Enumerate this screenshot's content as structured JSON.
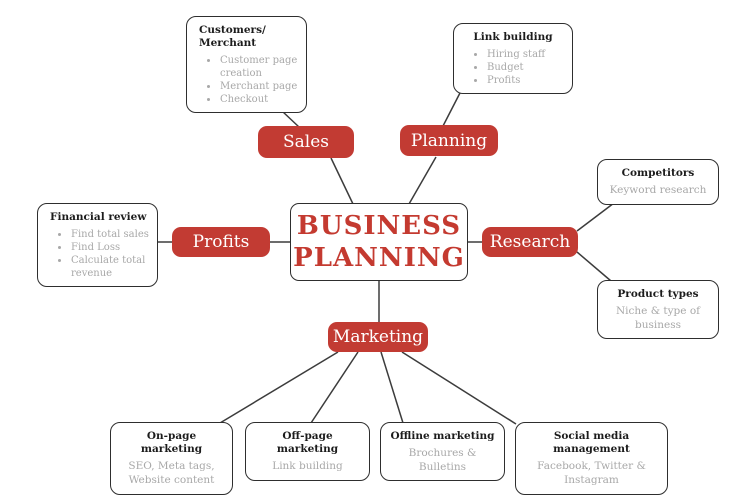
{
  "center": {
    "line1": "BUSINESS",
    "line2": "PLANNING"
  },
  "nodes": {
    "sales": {
      "label": "Sales"
    },
    "planning": {
      "label": "Planning"
    },
    "profits": {
      "label": "Profits"
    },
    "research": {
      "label": "Research"
    },
    "marketing": {
      "label": "Marketing"
    }
  },
  "boxes": {
    "customers": {
      "title": "Customers/ Merchant",
      "bullets": [
        "Customer page creation",
        "Merchant page",
        "Checkout"
      ]
    },
    "link_building": {
      "title": "Link building",
      "bullets": [
        "Hiring staff",
        "Budget",
        "Profits"
      ]
    },
    "financial_review": {
      "title": "Financial review",
      "bullets": [
        "Find total sales",
        "Find Loss",
        "Calculate total revenue"
      ]
    },
    "competitors": {
      "title": "Competitors",
      "text": "Keyword research"
    },
    "product_types": {
      "title": "Product types",
      "text": "Niche & type of business"
    },
    "on_page": {
      "title": "On-page marketing",
      "text": "SEO, Meta tags, Website content"
    },
    "off_page": {
      "title": "Off-page marketing",
      "text": "Link building"
    },
    "offline": {
      "title": "Offline marketing",
      "text": "Brochures & Bulletins"
    },
    "social": {
      "title": "Social media management",
      "text": "Facebook, Twitter & Instagram"
    }
  },
  "colors": {
    "node_red": "#c23b33",
    "center_text_red": "#c43a30",
    "muted_text": "#a8a8a8",
    "title_text": "#1c1c1c",
    "border": "#2e2e2e",
    "connector_line": "#3c3c3c",
    "background": "#ffffff"
  }
}
